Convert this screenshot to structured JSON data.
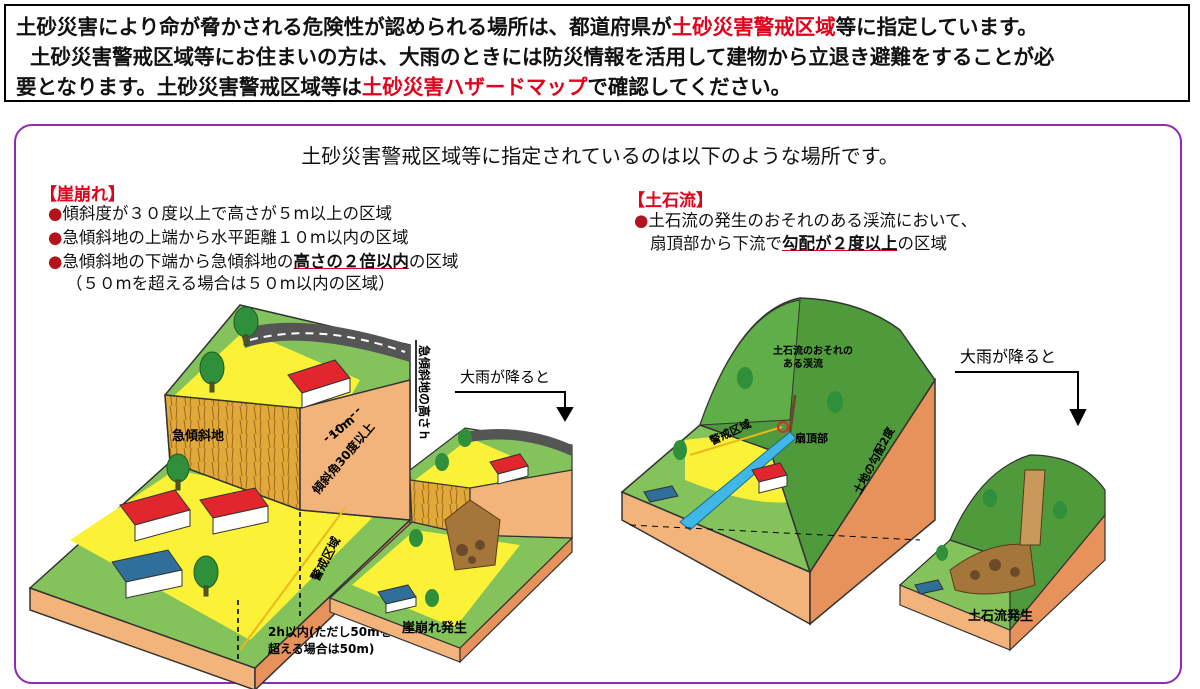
{
  "banner": {
    "line1_a": "土砂災害により命が脅かされる危険性が認められる場所は、都道府県が",
    "line1_red": "土砂災害警戒区域",
    "line1_b": "等に指定しています。",
    "line2": "土砂災害警戒区域等にお住まいの方は、大雨のときには防災情報を活用して建物から立退き避難をすることが必",
    "line3_a": "要となります。土砂災害警戒区域等は",
    "line3_red": "土砂災害ハザードマップ",
    "line3_b": "で確認してください。"
  },
  "subtitle": "土砂災害警戒区域等に指定されているのは以下のような場所です。",
  "cliff": {
    "heading": "【崖崩れ】",
    "bullet1": "傾斜度が３０度以上で高さが５m以上の区域",
    "bullet2": "急傾斜地の上端から水平距離１０m以内の区域",
    "bullet3_a": "急傾斜地の下端から急傾斜地の",
    "bullet3_u": "高さの２倍以内",
    "bullet3_b": "の区域",
    "bullet3_note": "（５０mを超える場合は５０m以内の区域）",
    "label_steep": "急傾斜地",
    "label_height": "急傾斜地の高さｈ",
    "label_10m": "10m",
    "label_angle": "傾斜角30度以上",
    "label_zone": "警戒区域",
    "label_2h_1": "2h以内(ただし50mを",
    "label_2h_2": "超える場合は50m)",
    "label_rain": "大雨が降ると",
    "label_event": "崖崩れ発生"
  },
  "debris": {
    "heading": "【土石流】",
    "bullet1": "土石流の発生のおそれのある渓流において、",
    "bullet2_a": "扇頂部から下流で",
    "bullet2_u": "勾配が２度以上",
    "bullet2_b": "の区域",
    "label_stream_1": "土石流のおそれの",
    "label_stream_2": "ある渓流",
    "label_zone": "警戒区域",
    "label_apex": "扇頂部",
    "label_gradient": "土地の勾配2度",
    "label_rain": "大雨が降ると",
    "label_event": "土石流発生"
  },
  "colors": {
    "red": "#e3001b",
    "panel_border": "#8e2bb1",
    "green": "#4f9a3b",
    "yellow": "#fbf237",
    "earth": "#f2b47a"
  }
}
